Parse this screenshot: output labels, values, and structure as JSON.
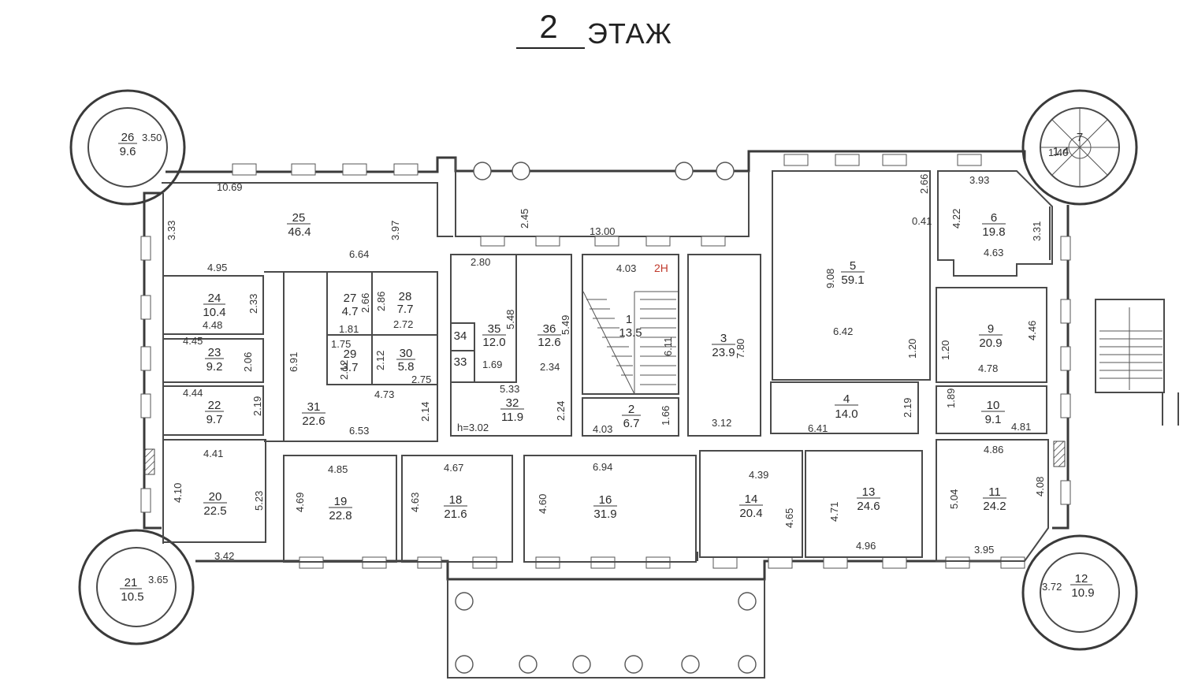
{
  "title": {
    "number": "2",
    "label": "ЭТАЖ"
  },
  "flat_label": "2Н",
  "height_label": "h=3.02",
  "rooms": [
    {
      "num": "26",
      "area": "9.6"
    },
    {
      "num": "25",
      "area": "46.4"
    },
    {
      "num": "24",
      "area": "10.4"
    },
    {
      "num": "23",
      "area": "9.2"
    },
    {
      "num": "22",
      "area": "9.7"
    },
    {
      "num": "20",
      "area": "22.5"
    },
    {
      "num": "21",
      "area": "10.5"
    },
    {
      "num": "27",
      "area": "4.7"
    },
    {
      "num": "28",
      "area": "7.7"
    },
    {
      "num": "29",
      "area": "3.7"
    },
    {
      "num": "30",
      "area": "5.8"
    },
    {
      "num": "31",
      "area": "22.6"
    },
    {
      "num": "19",
      "area": "22.8"
    },
    {
      "num": "18",
      "area": "21.6"
    },
    {
      "num": "34",
      "area": ""
    },
    {
      "num": "33",
      "area": ""
    },
    {
      "num": "35",
      "area": "12.0"
    },
    {
      "num": "36",
      "area": "12.6"
    },
    {
      "num": "32",
      "area": "11.9"
    },
    {
      "num": "16",
      "area": "31.9"
    },
    {
      "num": "1",
      "area": "13.5"
    },
    {
      "num": "2",
      "area": "6.7"
    },
    {
      "num": "3",
      "area": "23.9"
    },
    {
      "num": "14",
      "area": "20.4"
    },
    {
      "num": "5",
      "area": "59.1"
    },
    {
      "num": "4",
      "area": "14.0"
    },
    {
      "num": "13",
      "area": "24.6"
    },
    {
      "num": "6",
      "area": "19.8"
    },
    {
      "num": "9",
      "area": "20.9"
    },
    {
      "num": "10",
      "area": "9.1"
    },
    {
      "num": "11",
      "area": "24.2"
    },
    {
      "num": "12",
      "area": "10.9"
    },
    {
      "num": "7",
      "area": "1.4"
    }
  ],
  "dimensions": [
    "3.50",
    "10.69",
    "3.33",
    "3.97",
    "6.64",
    "4.95",
    "2.33",
    "4.48",
    "4.45",
    "2.06",
    "4.44",
    "2.19",
    "4.41",
    "4.10",
    "5.23",
    "3.42",
    "3.65",
    "6.91",
    "2.66",
    "2.86",
    "2.72",
    "1.81",
    "1.75",
    "2.12",
    "2.12",
    "2.75",
    "4.73",
    "2.14",
    "6.53",
    "4.85",
    "4.69",
    "4.67",
    "4.63",
    "2.80",
    "5.48",
    "5.49",
    "1.69",
    "2.34",
    "5.33",
    "2.24",
    "2.45",
    "13.00",
    "4.03",
    "6.11",
    "4.03",
    "1.66",
    "6.94",
    "4.60",
    "7.80",
    "3.12",
    "4.39",
    "4.65",
    "9.08",
    "6.42",
    "1.20",
    "6.41",
    "2.19",
    "2.66",
    "0.41",
    "4.71",
    "4.96",
    "3.93",
    "4.22",
    "3.31",
    "4.63",
    "1.20",
    "4.46",
    "4.78",
    "1.89",
    "4.81",
    "4.86",
    "5.04",
    "4.08",
    "3.95",
    "3.72",
    "1.40"
  ]
}
